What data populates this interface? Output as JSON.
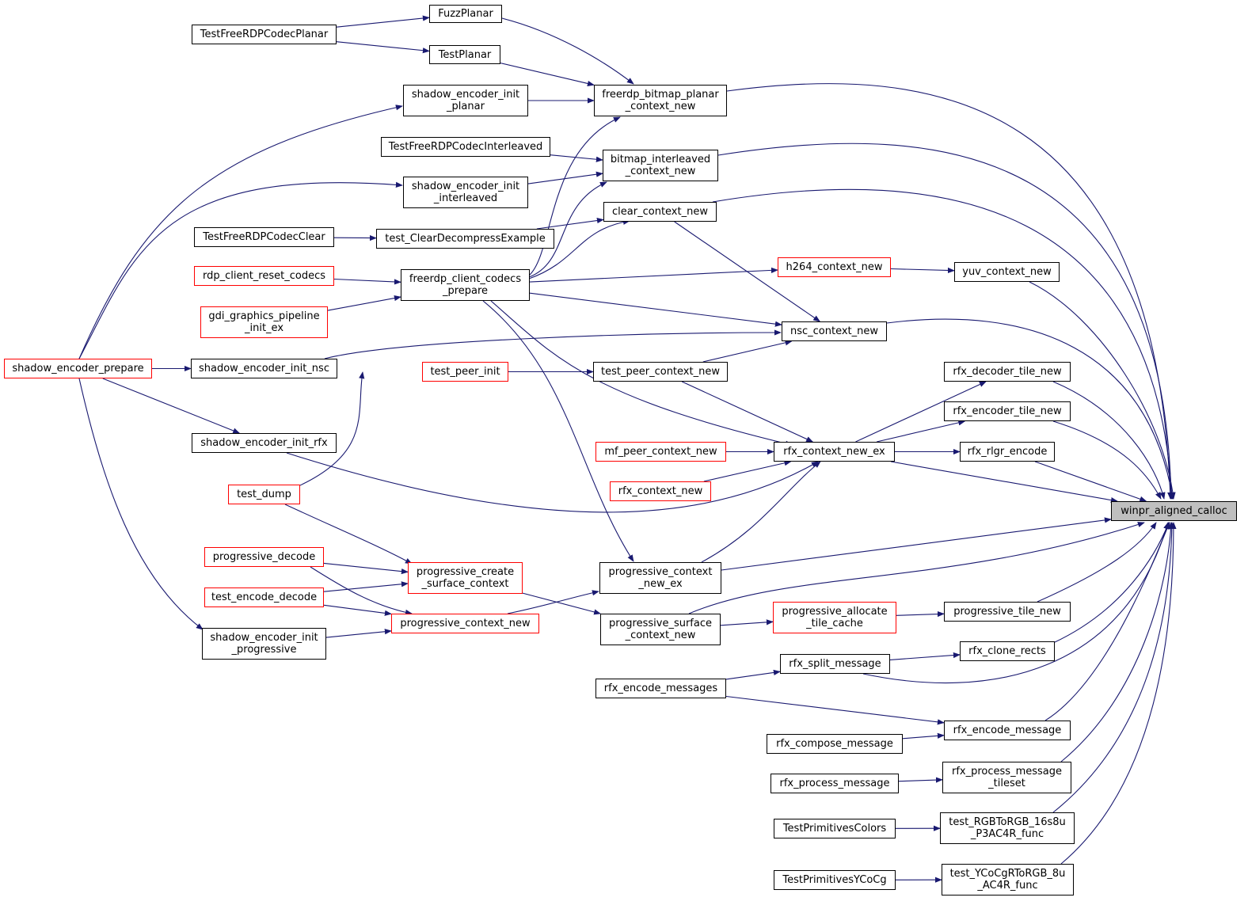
{
  "colors": {
    "edge": "#191970",
    "node_border": "#000000",
    "incomplete_border": "#ff0000",
    "root_fill": "#bfbfbf"
  },
  "nodes": {
    "fuzz_planar": {
      "label": [
        "FuzzPlanar"
      ],
      "incomplete": false
    },
    "test_free_rdp_codec_planar": {
      "label": [
        "TestFreeRDPCodecPlanar"
      ],
      "incomplete": false
    },
    "test_planar": {
      "label": [
        "TestPlanar"
      ],
      "incomplete": false
    },
    "shadow_encoder_init_planar": {
      "label": [
        "shadow_encoder_init",
        "_planar"
      ],
      "incomplete": false
    },
    "freerdp_bitmap_planar_context_new": {
      "label": [
        "freerdp_bitmap_planar",
        "_context_new"
      ],
      "incomplete": false
    },
    "test_free_rdp_codec_interleaved": {
      "label": [
        "TestFreeRDPCodecInterleaved"
      ],
      "incomplete": false
    },
    "bitmap_interleaved_context_new": {
      "label": [
        "bitmap_interleaved",
        "_context_new"
      ],
      "incomplete": false
    },
    "shadow_encoder_init_interleaved": {
      "label": [
        "shadow_encoder_init",
        "_interleaved"
      ],
      "incomplete": false
    },
    "clear_context_new": {
      "label": [
        "clear_context_new"
      ],
      "incomplete": false
    },
    "test_free_rdp_codec_clear": {
      "label": [
        "TestFreeRDPCodecClear"
      ],
      "incomplete": false
    },
    "test_clear_decompress_example": {
      "label": [
        "test_ClearDecompressExample"
      ],
      "incomplete": false
    },
    "rdp_client_reset_codecs": {
      "label": [
        "rdp_client_reset_codecs"
      ],
      "incomplete": true
    },
    "freerdp_client_codecs_prepare": {
      "label": [
        "freerdp_client_codecs",
        "_prepare"
      ],
      "incomplete": false
    },
    "h264_context_new": {
      "label": [
        "h264_context_new"
      ],
      "incomplete": true
    },
    "yuv_context_new": {
      "label": [
        "yuv_context_new"
      ],
      "incomplete": false
    },
    "gdi_graphics_pipeline_init_ex": {
      "label": [
        "gdi_graphics_pipeline",
        "_init_ex"
      ],
      "incomplete": true
    },
    "nsc_context_new": {
      "label": [
        "nsc_context_new"
      ],
      "incomplete": false
    },
    "shadow_encoder_prepare": {
      "label": [
        "shadow_encoder_prepare"
      ],
      "incomplete": true
    },
    "shadow_encoder_init_nsc": {
      "label": [
        "shadow_encoder_init_nsc"
      ],
      "incomplete": false
    },
    "test_peer_init": {
      "label": [
        "test_peer_init"
      ],
      "incomplete": true
    },
    "test_peer_context_new": {
      "label": [
        "test_peer_context_new"
      ],
      "incomplete": false
    },
    "rfx_decoder_tile_new": {
      "label": [
        "rfx_decoder_tile_new"
      ],
      "incomplete": false
    },
    "rfx_encoder_tile_new": {
      "label": [
        "rfx_encoder_tile_new"
      ],
      "incomplete": false
    },
    "shadow_encoder_init_rfx": {
      "label": [
        "shadow_encoder_init_rfx"
      ],
      "incomplete": false
    },
    "mf_peer_context_new": {
      "label": [
        "mf_peer_context_new"
      ],
      "incomplete": true
    },
    "rfx_context_new_ex": {
      "label": [
        "rfx_context_new_ex"
      ],
      "incomplete": false
    },
    "rfx_rlgr_encode": {
      "label": [
        "rfx_rlgr_encode"
      ],
      "incomplete": false
    },
    "rfx_context_new": {
      "label": [
        "rfx_context_new"
      ],
      "incomplete": true
    },
    "test_dump": {
      "label": [
        "test_dump"
      ],
      "incomplete": true
    },
    "winpr_aligned_calloc": {
      "label": [
        "winpr_aligned_calloc"
      ],
      "incomplete": false
    },
    "progressive_decode": {
      "label": [
        "progressive_decode"
      ],
      "incomplete": true
    },
    "progressive_create_surface_context": {
      "label": [
        "progressive_create",
        "_surface_context"
      ],
      "incomplete": true
    },
    "progressive_context_new_ex": {
      "label": [
        "progressive_context",
        "_new_ex"
      ],
      "incomplete": false
    },
    "test_encode_decode": {
      "label": [
        "test_encode_decode"
      ],
      "incomplete": true
    },
    "progressive_allocate_tile_cache": {
      "label": [
        "progressive_allocate",
        "_tile_cache"
      ],
      "incomplete": true
    },
    "progressive_tile_new": {
      "label": [
        "progressive_tile_new"
      ],
      "incomplete": false
    },
    "progressive_context_new": {
      "label": [
        "progressive_context_new"
      ],
      "incomplete": true
    },
    "progressive_surface_context_new": {
      "label": [
        "progressive_surface",
        "_context_new"
      ],
      "incomplete": false
    },
    "shadow_encoder_init_progressive": {
      "label": [
        "shadow_encoder_init",
        "_progressive"
      ],
      "incomplete": false
    },
    "rfx_clone_rects": {
      "label": [
        "rfx_clone_rects"
      ],
      "incomplete": false
    },
    "rfx_split_message": {
      "label": [
        "rfx_split_message"
      ],
      "incomplete": false
    },
    "rfx_encode_messages": {
      "label": [
        "rfx_encode_messages"
      ],
      "incomplete": false
    },
    "rfx_encode_message": {
      "label": [
        "rfx_encode_message"
      ],
      "incomplete": false
    },
    "rfx_compose_message": {
      "label": [
        "rfx_compose_message"
      ],
      "incomplete": false
    },
    "rfx_process_message": {
      "label": [
        "rfx_process_message"
      ],
      "incomplete": false
    },
    "rfx_process_message_tileset": {
      "label": [
        "rfx_process_message",
        "_tileset"
      ],
      "incomplete": false
    },
    "test_primitives_colors": {
      "label": [
        "TestPrimitivesColors"
      ],
      "incomplete": false
    },
    "test_rgb_to_rgb": {
      "label": [
        "test_RGBToRGB_16s8u",
        "_P3AC4R_func"
      ],
      "incomplete": false
    },
    "test_primitives_ycocg": {
      "label": [
        "TestPrimitivesYCoCg"
      ],
      "incomplete": false
    },
    "test_ycocg_to_rgb": {
      "label": [
        "test_YCoCgRToRGB_8u",
        "_AC4R_func"
      ],
      "incomplete": false
    }
  },
  "edges": [
    [
      "test_free_rdp_codec_planar",
      "fuzz_planar"
    ],
    [
      "test_free_rdp_codec_planar",
      "test_planar"
    ],
    [
      "fuzz_planar",
      "freerdp_bitmap_planar_context_new"
    ],
    [
      "test_planar",
      "freerdp_bitmap_planar_context_new"
    ],
    [
      "shadow_encoder_init_planar",
      "freerdp_bitmap_planar_context_new"
    ],
    [
      "freerdp_client_codecs_prepare",
      "freerdp_bitmap_planar_context_new"
    ],
    [
      "freerdp_bitmap_planar_context_new",
      "winpr_aligned_calloc"
    ],
    [
      "test_free_rdp_codec_interleaved",
      "bitmap_interleaved_context_new"
    ],
    [
      "shadow_encoder_init_interleaved",
      "bitmap_interleaved_context_new"
    ],
    [
      "freerdp_client_codecs_prepare",
      "bitmap_interleaved_context_new"
    ],
    [
      "bitmap_interleaved_context_new",
      "winpr_aligned_calloc"
    ],
    [
      "test_free_rdp_codec_clear",
      "test_clear_decompress_example"
    ],
    [
      "test_clear_decompress_example",
      "clear_context_new"
    ],
    [
      "freerdp_client_codecs_prepare",
      "clear_context_new"
    ],
    [
      "clear_context_new",
      "nsc_context_new"
    ],
    [
      "clear_context_new",
      "winpr_aligned_calloc"
    ],
    [
      "rdp_client_reset_codecs",
      "freerdp_client_codecs_prepare"
    ],
    [
      "gdi_graphics_pipeline_init_ex",
      "freerdp_client_codecs_prepare"
    ],
    [
      "test_dump",
      "freerdp_client_codecs_prepare"
    ],
    [
      "freerdp_client_codecs_prepare",
      "h264_context_new"
    ],
    [
      "h264_context_new",
      "yuv_context_new"
    ],
    [
      "yuv_context_new",
      "winpr_aligned_calloc"
    ],
    [
      "freerdp_client_codecs_prepare",
      "nsc_context_new"
    ],
    [
      "shadow_encoder_init_nsc",
      "nsc_context_new"
    ],
    [
      "test_peer_context_new",
      "nsc_context_new"
    ],
    [
      "nsc_context_new",
      "winpr_aligned_calloc"
    ],
    [
      "shadow_encoder_prepare",
      "shadow_encoder_init_planar"
    ],
    [
      "shadow_encoder_prepare",
      "shadow_encoder_init_interleaved"
    ],
    [
      "shadow_encoder_prepare",
      "shadow_encoder_init_nsc"
    ],
    [
      "shadow_encoder_prepare",
      "shadow_encoder_init_rfx"
    ],
    [
      "shadow_encoder_prepare",
      "shadow_encoder_init_progressive"
    ],
    [
      "test_peer_init",
      "test_peer_context_new"
    ],
    [
      "freerdp_client_codecs_prepare",
      "rfx_context_new_ex"
    ],
    [
      "test_peer_context_new",
      "rfx_context_new_ex"
    ],
    [
      "mf_peer_context_new",
      "rfx_context_new_ex"
    ],
    [
      "rfx_context_new",
      "rfx_context_new_ex"
    ],
    [
      "shadow_encoder_init_rfx",
      "rfx_context_new_ex"
    ],
    [
      "progressive_context_new_ex",
      "rfx_context_new_ex"
    ],
    [
      "rfx_context_new_ex",
      "rfx_decoder_tile_new"
    ],
    [
      "rfx_context_new_ex",
      "rfx_encoder_tile_new"
    ],
    [
      "rfx_context_new_ex",
      "rfx_rlgr_encode"
    ],
    [
      "rfx_context_new_ex",
      "winpr_aligned_calloc"
    ],
    [
      "rfx_decoder_tile_new",
      "winpr_aligned_calloc"
    ],
    [
      "rfx_encoder_tile_new",
      "winpr_aligned_calloc"
    ],
    [
      "rfx_rlgr_encode",
      "winpr_aligned_calloc"
    ],
    [
      "freerdp_client_codecs_prepare",
      "progressive_context_new_ex"
    ],
    [
      "progressive_context_new",
      "progressive_context_new_ex"
    ],
    [
      "progressive_context_new_ex",
      "winpr_aligned_calloc"
    ],
    [
      "test_dump",
      "progressive_create_surface_context"
    ],
    [
      "progressive_decode",
      "progressive_create_surface_context"
    ],
    [
      "test_encode_decode",
      "progressive_create_surface_context"
    ],
    [
      "progressive_decode",
      "progressive_context_new"
    ],
    [
      "test_encode_decode",
      "progressive_context_new"
    ],
    [
      "shadow_encoder_init_progressive",
      "progressive_context_new"
    ],
    [
      "progressive_create_surface_context",
      "progressive_surface_context_new"
    ],
    [
      "progressive_surface_context_new",
      "progressive_allocate_tile_cache"
    ],
    [
      "progressive_surface_context_new",
      "winpr_aligned_calloc"
    ],
    [
      "progressive_allocate_tile_cache",
      "progressive_tile_new"
    ],
    [
      "progressive_tile_new",
      "winpr_aligned_calloc"
    ],
    [
      "rfx_encode_messages",
      "rfx_split_message"
    ],
    [
      "rfx_split_message",
      "rfx_clone_rects"
    ],
    [
      "rfx_split_message",
      "winpr_aligned_calloc"
    ],
    [
      "rfx_clone_rects",
      "winpr_aligned_calloc"
    ],
    [
      "rfx_encode_messages",
      "rfx_encode_message"
    ],
    [
      "rfx_compose_message",
      "rfx_encode_message"
    ],
    [
      "rfx_encode_message",
      "winpr_aligned_calloc"
    ],
    [
      "rfx_process_message",
      "rfx_process_message_tileset"
    ],
    [
      "rfx_process_message_tileset",
      "winpr_aligned_calloc"
    ],
    [
      "test_primitives_colors",
      "test_rgb_to_rgb"
    ],
    [
      "test_rgb_to_rgb",
      "winpr_aligned_calloc"
    ],
    [
      "test_primitives_ycocg",
      "test_ycocg_to_rgb"
    ],
    [
      "test_ycocg_to_rgb",
      "winpr_aligned_calloc"
    ]
  ]
}
